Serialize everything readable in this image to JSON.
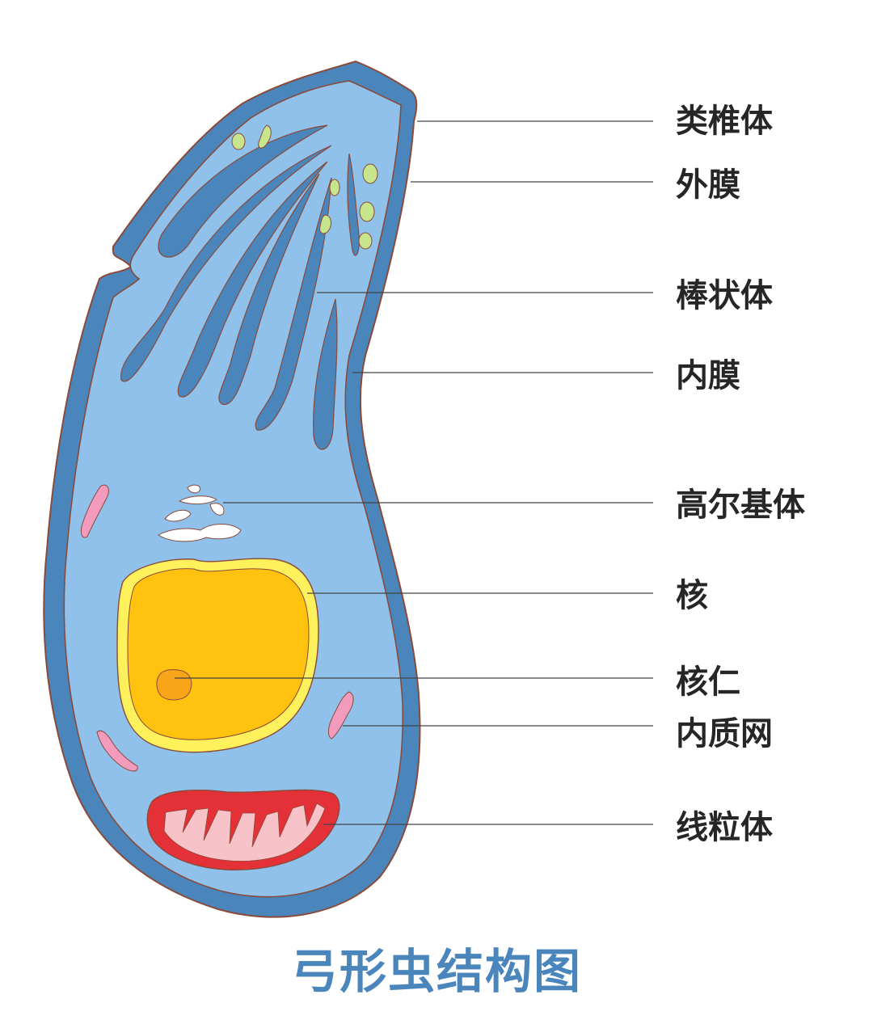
{
  "labels": {
    "conoid": "类椎体",
    "outer_membrane": "外膜",
    "rhoptry": "棒状体",
    "inner_membrane": "内膜",
    "golgi": "高尔基体",
    "nucleus": "核",
    "nucleolus": "核仁",
    "er": "内质网",
    "mitochondrion": "线粒体"
  },
  "caption": "弓形虫结构图",
  "colors": {
    "outer_membrane": "#4a86bb",
    "cytoplasm": "#8fc1eb",
    "rhoptry": "#4a86bb",
    "micronemes": "#c7e58c",
    "golgi": "#ffffff",
    "nucleus_envelope": "#fff15c",
    "nucleus": "#ffc20e",
    "nucleolus": "#f9a51a",
    "er": "#f29bbd",
    "mitochondrion": "#e43138",
    "outline": "#8a4a3a",
    "caption": "#4a86bb"
  }
}
